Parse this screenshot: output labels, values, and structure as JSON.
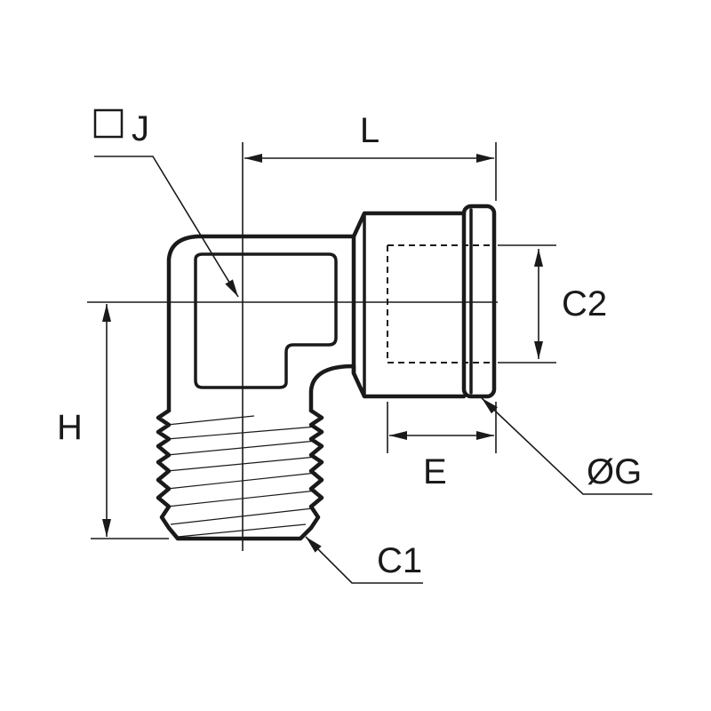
{
  "diagram": {
    "labels": {
      "j": "J",
      "l": "L",
      "c2": "C2",
      "h": "H",
      "e": "E",
      "g": "ØG",
      "c1": "C1"
    },
    "colors": {
      "line": "#1a1a1a",
      "background": "#ffffff"
    }
  }
}
